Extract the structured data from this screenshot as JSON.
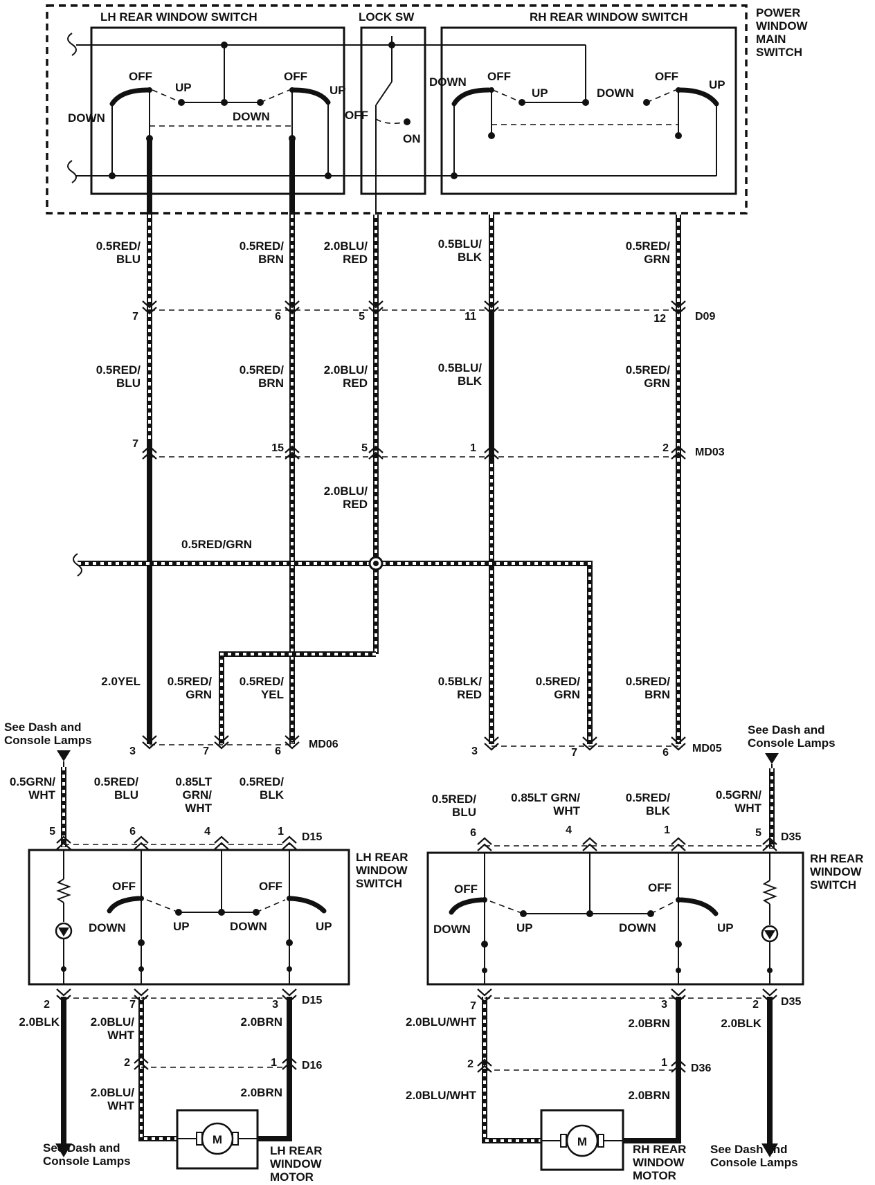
{
  "main_switch": {
    "title_lines": [
      "POWER",
      "WINDOW",
      "MAIN",
      "SWITCH"
    ],
    "lh_title": "LH REAR WINDOW SWITCH",
    "lock_title": "LOCK SW",
    "rh_title": "RH REAR WINDOW SWITCH"
  },
  "switch_labels": {
    "off": "OFF",
    "up": "UP",
    "down": "DOWN",
    "on": "ON"
  },
  "wires": {
    "red_blu": [
      "0.5RED/",
      "BLU"
    ],
    "red_brn": [
      "0.5RED/",
      "BRN"
    ],
    "blu_red": [
      "2.0BLU/",
      "RED"
    ],
    "blu_blk": [
      "0.5BLU/",
      "BLK"
    ],
    "red_grn": [
      "0.5RED/",
      "GRN"
    ],
    "red_grn_bus": "0.5RED/GRN",
    "yel": "2.0YEL",
    "red_yel": [
      "0.5RED/",
      "YEL"
    ],
    "blk_red": [
      "0.5BLK/",
      "RED"
    ],
    "grn_wht": [
      "0.5GRN/",
      "WHT"
    ],
    "lt_grn_wht_lh": [
      "0.85LT",
      "GRN/",
      "WHT"
    ],
    "lt_grn_wht_rh": [
      "0.85LT GRN/",
      "WHT"
    ],
    "red_blk": [
      "0.5RED/",
      "BLK"
    ],
    "blk": "2.0BLK",
    "blu_wht": [
      "2.0BLU/",
      "WHT"
    ],
    "blu_wht_rh": "2.0BLU/WHT",
    "brn": "2.0BRN"
  },
  "connectors": {
    "d09": "D09",
    "md03": "MD03",
    "md06": "MD06",
    "md05": "MD05",
    "d15": "D15",
    "d35": "D35",
    "d16": "D16",
    "d36": "D36"
  },
  "pins": {
    "d09": [
      "7",
      "6",
      "5",
      "11",
      "12"
    ],
    "md03": [
      "7",
      "15",
      "5",
      "1",
      "2"
    ],
    "md06": [
      "3",
      "7",
      "6"
    ],
    "md05": [
      "3",
      "7",
      "6"
    ],
    "d15_top": [
      "5",
      "6",
      "4",
      "1"
    ],
    "d35_top": [
      "6",
      "4",
      "1",
      "5"
    ],
    "d15_bot": [
      "2",
      "7",
      "3"
    ],
    "d35_bot": [
      "7",
      "3",
      "2"
    ],
    "d16": [
      "2",
      "1"
    ],
    "d36": [
      "2",
      "1"
    ]
  },
  "lh_switch": {
    "title_lines": [
      "LH REAR",
      "WINDOW",
      "SWITCH"
    ]
  },
  "rh_switch": {
    "title_lines": [
      "RH REAR",
      "WINDOW",
      "SWITCH"
    ]
  },
  "motors": {
    "symbol": "M",
    "lh_lines": [
      "LH REAR",
      "WINDOW",
      "MOTOR"
    ],
    "rh_lines": [
      "RH REAR",
      "WINDOW",
      "MOTOR"
    ]
  },
  "notes": {
    "dash_lamps_top": [
      "See Dash and",
      "Console Lamps"
    ],
    "dash_lamps_bottom": [
      "See Dash and",
      "Console Lamps"
    ]
  }
}
